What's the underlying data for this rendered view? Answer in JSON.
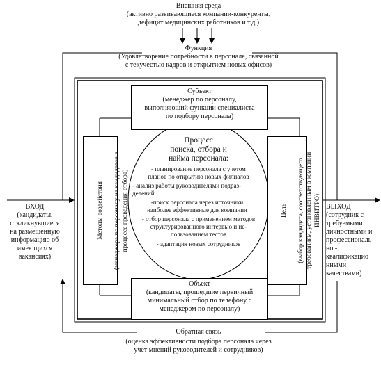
{
  "external": {
    "title": "Внешняя среда",
    "desc": "(активно развивающиеся компании-конкуренты,\nдефицит медицинских работников и т.д.)"
  },
  "function": {
    "title": "Функция",
    "desc": "(Удовлетворение потребности в персонале, связанной\nс текучестью кадров и открытием новых офисов)"
  },
  "subject": {
    "title": "Субъект",
    "desc": "(менеджер по персоналу,\nвыполняющий функции  специалиста\nпо подбору персонала)"
  },
  "process": {
    "title": "Процесс\nпоиска, отбора и\nнайма персонала:",
    "items": [
      "- планирование персонала с учетом\nпланов по открытию новых филиалов",
      "- анализ работы руководителями подраз-\nделений",
      "-поиск персонала через источники\nнаиболее эффективные для компании",
      "- отбор персонала с применением методов\nструктурированного интервью и ис-\nпользованием тестов",
      "- адаптация новых сотрудников"
    ]
  },
  "methods": {
    "title": "Методы воздействия",
    "desc": "(менеджера по персоналу на кандидатов в\nпроцессе проведения отбора)"
  },
  "goal": {
    "title": "Цель",
    "desc": "(выбор кандидата, соответствующего\nтребованиям, установленным в компании\nИНВИТРО)"
  },
  "object": {
    "title": "Объект",
    "desc": "(кандидаты, прошедшие первичный\nминимальный отбор по телефону с\nменеджером по персоналу)"
  },
  "input": {
    "title": "ВХОД",
    "desc": "(кандидаты,\nоткликнувшиеся\nна размещенную\nинформацию об\nимеющихся\nвакансиях)"
  },
  "output": {
    "title": "ВЫХОД",
    "desc": "(сотрудник с\nтребуемыми\nличностными и\nпрофессиональ-\nно -\nквалификацио\nнными\nкачествами)"
  },
  "feedback": {
    "title": "Обратная связь",
    "desc": "(оценка эффективности  подбора персонала через\nучет мнений руководителей и сотрудников)"
  }
}
